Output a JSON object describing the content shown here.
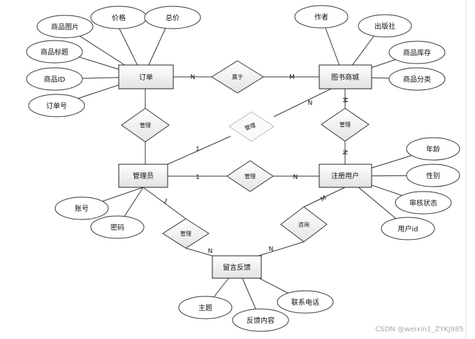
{
  "entities": {
    "order": "订单",
    "store": "图书商城",
    "admin": "管理员",
    "user": "注册用户",
    "feedback": "留言反馈"
  },
  "relationships": {
    "belongs": "属于",
    "manage_store": "管理",
    "manage_order": "管理",
    "manage_user": "管理",
    "manage_faded": "管理",
    "manage_feedback": "管理",
    "consult": "咨询"
  },
  "attributes": {
    "order": [
      "商品图片",
      "价格",
      "总价",
      "商品标题",
      "商品ID",
      "订单号"
    ],
    "store": [
      "作者",
      "出版社",
      "商品库存",
      "商品分类"
    ],
    "user": [
      "年龄",
      "性别",
      "审核状态",
      "用户id"
    ],
    "admin": [
      "账号",
      "密码"
    ],
    "feedback": [
      "主题",
      "反馈内容",
      "联系电话"
    ]
  },
  "cardinalities": {
    "order_belongs": "N",
    "belongs_store": "M",
    "store_manage": "M",
    "manage_user": "N",
    "admin_faded": "1",
    "faded_store": "N",
    "admin_manage_user": "1",
    "manage_user_user": "N",
    "admin_manage_fb": "1",
    "manage_fb": "N",
    "user_consult": "M",
    "consult_fb": "N"
  },
  "watermark": "CSDN @weixin1_ZYKJ985"
}
